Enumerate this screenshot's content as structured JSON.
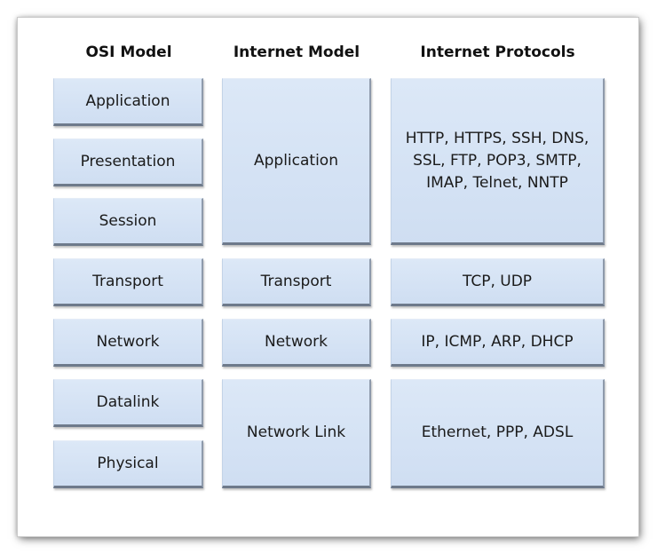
{
  "headers": {
    "osi": "OSI Model",
    "internet_model": "Internet Model",
    "protocols": "Internet Protocols"
  },
  "osi_layers": [
    "Application",
    "Presentation",
    "Session",
    "Transport",
    "Network",
    "Datalink",
    "Physical"
  ],
  "internet_layers": [
    "Application",
    "Transport",
    "Network",
    "Network Link"
  ],
  "protocols": [
    [
      "HTTP, HTTPS, SSH, DNS,",
      "SSL, FTP, POP3, SMTP,",
      "IMAP, Telnet, NNTP"
    ],
    [
      "TCP, UDP"
    ],
    [
      "IP, ICMP, ARP, DHCP"
    ],
    [
      "Ethernet, PPP, ADSL"
    ]
  ]
}
